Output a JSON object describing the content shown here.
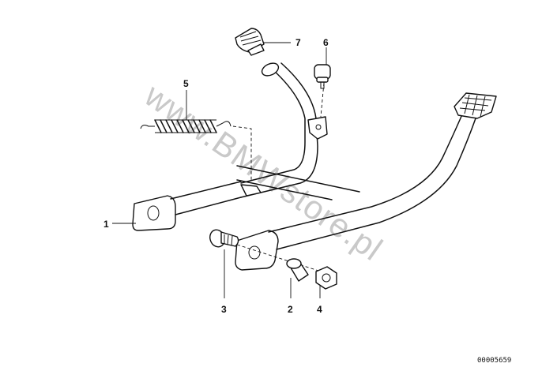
{
  "watermark": "www.BMWstore.pl",
  "diagram_ref": "00005659",
  "callouts": [
    {
      "id": "c1",
      "number": "1"
    },
    {
      "id": "c2",
      "number": "2"
    },
    {
      "id": "c3",
      "number": "3"
    },
    {
      "id": "c4",
      "number": "4"
    },
    {
      "id": "c5",
      "number": "5"
    },
    {
      "id": "c6",
      "number": "6"
    },
    {
      "id": "c7",
      "number": "7"
    }
  ]
}
